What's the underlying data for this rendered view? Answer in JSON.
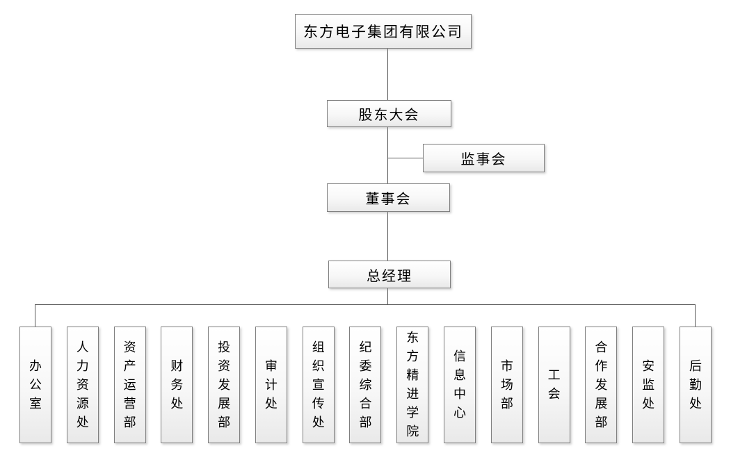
{
  "colors": {
    "background": "#ffffff",
    "box_border": "#7f7f7f",
    "box_fill_top": "#ffffff",
    "box_fill_bottom": "#e9e9e9",
    "connector_line": "#595959",
    "text": "#000000"
  },
  "nodes": {
    "company": {
      "label": "东方电子集团有限公司"
    },
    "shareholders_meeting": {
      "label": "股东大会"
    },
    "supervisory_board": {
      "label": "监事会"
    },
    "board_of_directors": {
      "label": "董事会"
    },
    "general_manager": {
      "label": "总经理"
    }
  },
  "hierarchy": {
    "root": "东方电子集团有限公司",
    "chain": [
      "股东大会",
      "董事会",
      "总经理"
    ],
    "side_branch": {
      "label": "监事会",
      "attached_between": [
        "股东大会",
        "董事会"
      ]
    }
  },
  "departments": [
    {
      "label": "办公室"
    },
    {
      "label": "人力资源处"
    },
    {
      "label": "资产运营部"
    },
    {
      "label": "财务处"
    },
    {
      "label": "投资发展部"
    },
    {
      "label": "审计处"
    },
    {
      "label": "组织宣传处"
    },
    {
      "label": "纪委综合部"
    },
    {
      "label": "东方精进学院"
    },
    {
      "label": "信息中心"
    },
    {
      "label": "市场部"
    },
    {
      "label": "工会"
    },
    {
      "label": "合作发展部"
    },
    {
      "label": "安监处"
    },
    {
      "label": "后勤处"
    }
  ]
}
